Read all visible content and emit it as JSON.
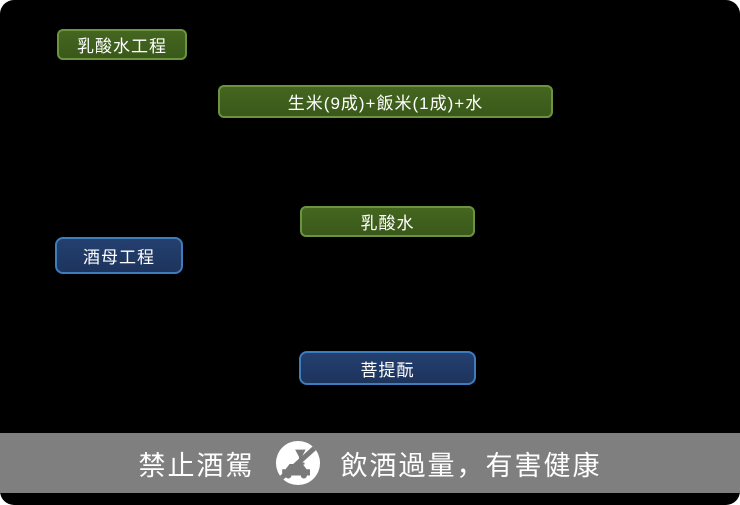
{
  "diagram": {
    "boxes": [
      {
        "id": "lactic-process",
        "label": "乳酸水工程",
        "style": "green"
      },
      {
        "id": "ingredients",
        "label": "生米(9成)+飯米(1成)+水",
        "style": "green"
      },
      {
        "id": "lactic-water",
        "label": "乳酸水",
        "style": "green"
      },
      {
        "id": "yeast-process",
        "label": "酒母工程",
        "style": "blue"
      },
      {
        "id": "bodaimoto",
        "label": "菩提酛",
        "style": "blue"
      }
    ]
  },
  "banner": {
    "left_text": "禁止酒駕",
    "right_text": "飲酒過量，有害健康",
    "icon": "no-drunk-driving-icon"
  },
  "colors": {
    "background": "#000000",
    "green_fill": "#3e5e1d",
    "green_border": "#6b9340",
    "blue_fill": "#1f3864",
    "blue_border": "#3e7cc0",
    "banner_background": "#7f7f7f",
    "text": "#ffffff"
  }
}
